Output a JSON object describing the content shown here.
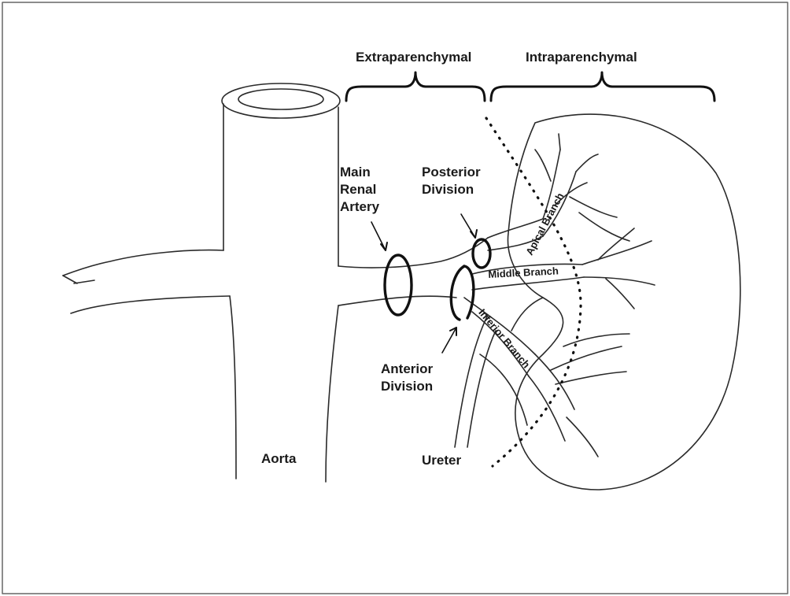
{
  "labels": {
    "extraparenchymal": "Extraparenchymal",
    "intraparenchymal": "Intraparenchymal",
    "main_renal_artery": [
      "Main",
      "Renal",
      "Artery"
    ],
    "posterior_division": [
      "Posterior",
      "Division"
    ],
    "anterior_division": [
      "Anterior",
      "Division"
    ],
    "aorta": "Aorta",
    "ureter": "Ureter"
  },
  "branches": {
    "apical": "Apical Branch",
    "middle": "Middle Branch",
    "inferior": "Inferior Branch"
  }
}
